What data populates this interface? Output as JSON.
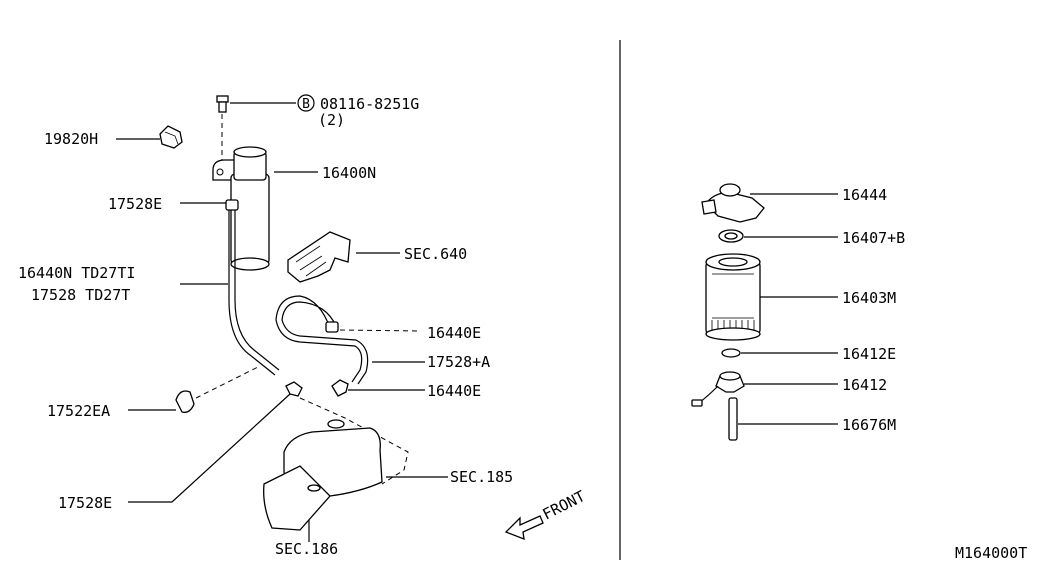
{
  "left_labels": {
    "bolt_code": "08116-8251G",
    "bolt_qty": "(2)",
    "bolt_badge": "B",
    "clip": "19820H",
    "filter_housing": "16400N",
    "hose_clamp_top": "17528E",
    "hose_line_1": "16440N TD27TI",
    "hose_line_2": "17528 TD27T",
    "sec_640": "SEC.640",
    "hose_e_upper": "16440E",
    "clamp_a": "17528+A",
    "hose_e_lower": "16440E",
    "clip_ea": "17522EA",
    "hose_clamp_bottom": "17528E",
    "sec_185": "SEC.185",
    "sec_186": "SEC.186",
    "front": "FRONT"
  },
  "right_labels": {
    "priming_pump": "16444",
    "seal_ring": "16407+B",
    "fuel_filter": "16403M",
    "o_ring": "16412E",
    "sensor": "16412",
    "drain_pipe": "16676M"
  },
  "figure_code": "M164000T"
}
